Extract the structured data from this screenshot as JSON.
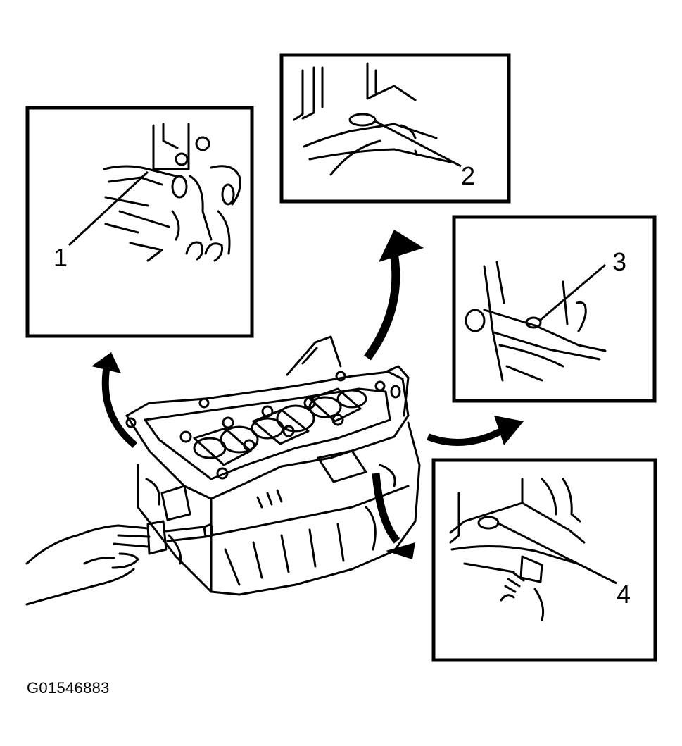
{
  "figure_id": "G01546883",
  "callouts": [
    "1",
    "2",
    "3",
    "4"
  ],
  "colors": {
    "ink": "#000000",
    "paper": "#ffffff"
  }
}
